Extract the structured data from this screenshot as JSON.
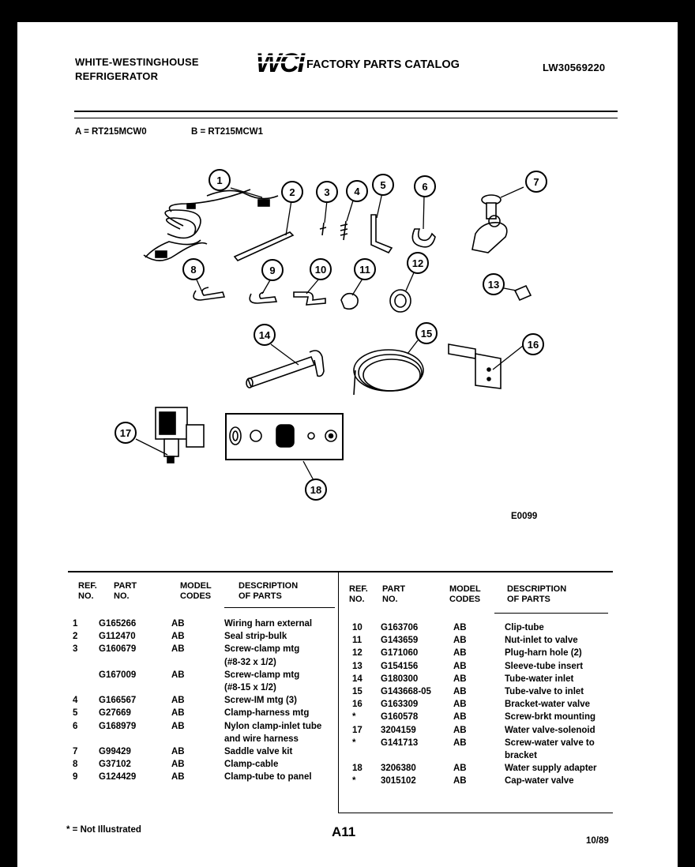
{
  "header": {
    "brand_line1": "WHITE-WESTINGHOUSE",
    "brand_line2": "REFRIGERATOR",
    "logo_text": "WCI",
    "catalog_title": "FACTORY PARTS CATALOG",
    "catalog_number": "LW30569220"
  },
  "models": {
    "a": "A = RT215MCW0",
    "b": "B = RT215MCW1"
  },
  "diagram": {
    "callouts": [
      "1",
      "2",
      "3",
      "4",
      "5",
      "6",
      "7",
      "8",
      "9",
      "10",
      "11",
      "12",
      "13",
      "14",
      "15",
      "16",
      "17",
      "18"
    ],
    "figure_code": "E0099"
  },
  "table": {
    "headers": {
      "ref": [
        "REF.",
        "NO."
      ],
      "part": [
        "PART",
        "NO."
      ],
      "model": [
        "MODEL",
        "CODES"
      ],
      "desc": [
        "DESCRIPTION",
        "OF PARTS"
      ]
    },
    "left_rows": [
      {
        "ref": "1",
        "part": "G165266",
        "code": "AB",
        "desc": "Wiring harn external"
      },
      {
        "ref": "2",
        "part": "G112470",
        "code": "AB",
        "desc": "Seal strip-bulk"
      },
      {
        "ref": "3",
        "part": "G160679",
        "code": "AB",
        "desc": "Screw-clamp mtg"
      },
      {
        "ref": "",
        "part": "",
        "code": "",
        "desc": "(#8-32 x 1/2)"
      },
      {
        "ref": "",
        "part": "G167009",
        "code": "AB",
        "desc": "Screw-clamp mtg"
      },
      {
        "ref": "",
        "part": "",
        "code": "",
        "desc": "(#8-15 x 1/2)"
      },
      {
        "ref": "4",
        "part": "G166567",
        "code": "AB",
        "desc": "Screw-IM mtg (3)"
      },
      {
        "ref": "5",
        "part": "G27669",
        "code": "AB",
        "desc": "Clamp-harness mtg"
      },
      {
        "ref": "6",
        "part": "G168979",
        "code": "AB",
        "desc": "Nylon clamp-inlet tube"
      },
      {
        "ref": "",
        "part": "",
        "code": "",
        "desc": "and wire harness"
      },
      {
        "ref": "7",
        "part": "G99429",
        "code": "AB",
        "desc": "Saddle valve kit"
      },
      {
        "ref": "8",
        "part": "G37102",
        "code": "AB",
        "desc": "Clamp-cable"
      },
      {
        "ref": "9",
        "part": "G124429",
        "code": "AB",
        "desc": "Clamp-tube to panel"
      }
    ],
    "right_rows": [
      {
        "ref": "10",
        "part": "G163706",
        "code": "AB",
        "desc": "Clip-tube"
      },
      {
        "ref": "11",
        "part": "G143659",
        "code": "AB",
        "desc": "Nut-inlet to valve"
      },
      {
        "ref": "12",
        "part": "G171060",
        "code": "AB",
        "desc": "Plug-harn hole (2)"
      },
      {
        "ref": "13",
        "part": "G154156",
        "code": "AB",
        "desc": "Sleeve-tube insert"
      },
      {
        "ref": "14",
        "part": "G180300",
        "code": "AB",
        "desc": "Tube-water inlet"
      },
      {
        "ref": "15",
        "part": "G143668-05",
        "code": "AB",
        "desc": "Tube-valve to inlet"
      },
      {
        "ref": "16",
        "part": "G163309",
        "code": "AB",
        "desc": "Bracket-water valve"
      },
      {
        "ref": "*",
        "part": "G160578",
        "code": "AB",
        "desc": "Screw-brkt mounting"
      },
      {
        "ref": "17",
        "part": "3204159",
        "code": "AB",
        "desc": "Water valve-solenoid"
      },
      {
        "ref": "*",
        "part": "G141713",
        "code": "AB",
        "desc": "Screw-water valve to"
      },
      {
        "ref": "",
        "part": "",
        "code": "",
        "desc": "bracket"
      },
      {
        "ref": "18",
        "part": "3206380",
        "code": "AB",
        "desc": "Water supply adapter"
      },
      {
        "ref": "*",
        "part": "3015102",
        "code": "AB",
        "desc": "Cap-water valve"
      }
    ]
  },
  "footer": {
    "note": "* = Not Illustrated",
    "page": "A11",
    "date": "10/89"
  }
}
